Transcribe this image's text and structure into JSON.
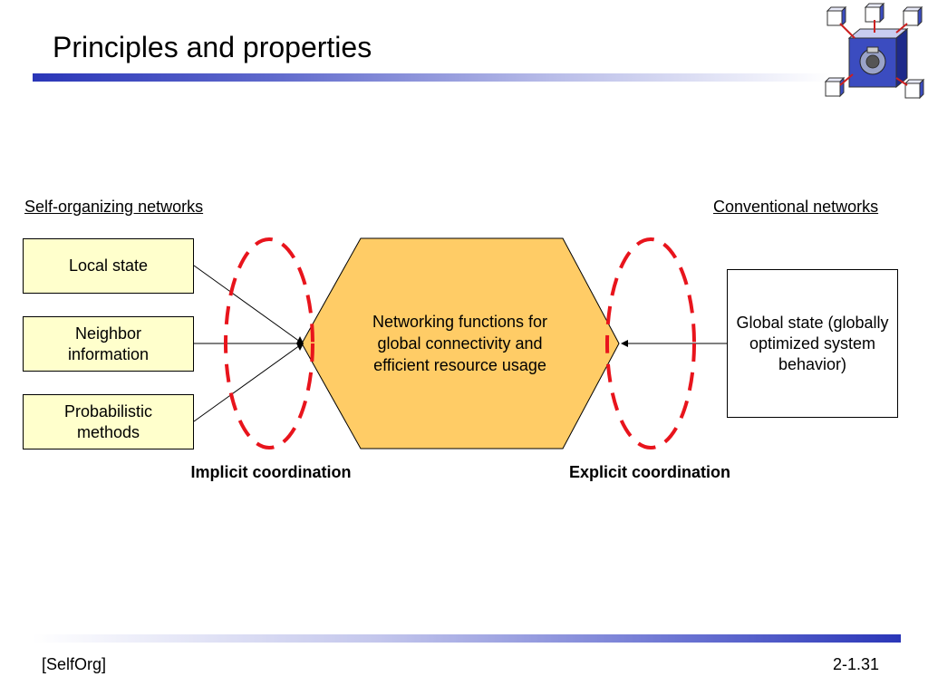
{
  "slide": {
    "title": "Principles and properties",
    "footer_left": "[SelfOrg]",
    "footer_right": "2-1.31"
  },
  "diagram": {
    "left_heading": "Self-organizing networks",
    "right_heading": "Conventional networks",
    "left_boxes": [
      {
        "label": "Local state"
      },
      {
        "label": "Neighbor information"
      },
      {
        "label": "Probabilistic methods"
      }
    ],
    "center": {
      "label": "Networking functions for global connectivity and efficient resource usage"
    },
    "right_box": {
      "label": "Global state (globally optimized system behavior)"
    },
    "implicit_label": "Implicit coordination",
    "explicit_label": "Explicit coordination",
    "colors": {
      "box_fill": "#ffffcc",
      "hexagon_fill": "#ffcc66",
      "ellipse_stroke": "#e8141c",
      "accent_blue": "#2a36b8"
    }
  }
}
